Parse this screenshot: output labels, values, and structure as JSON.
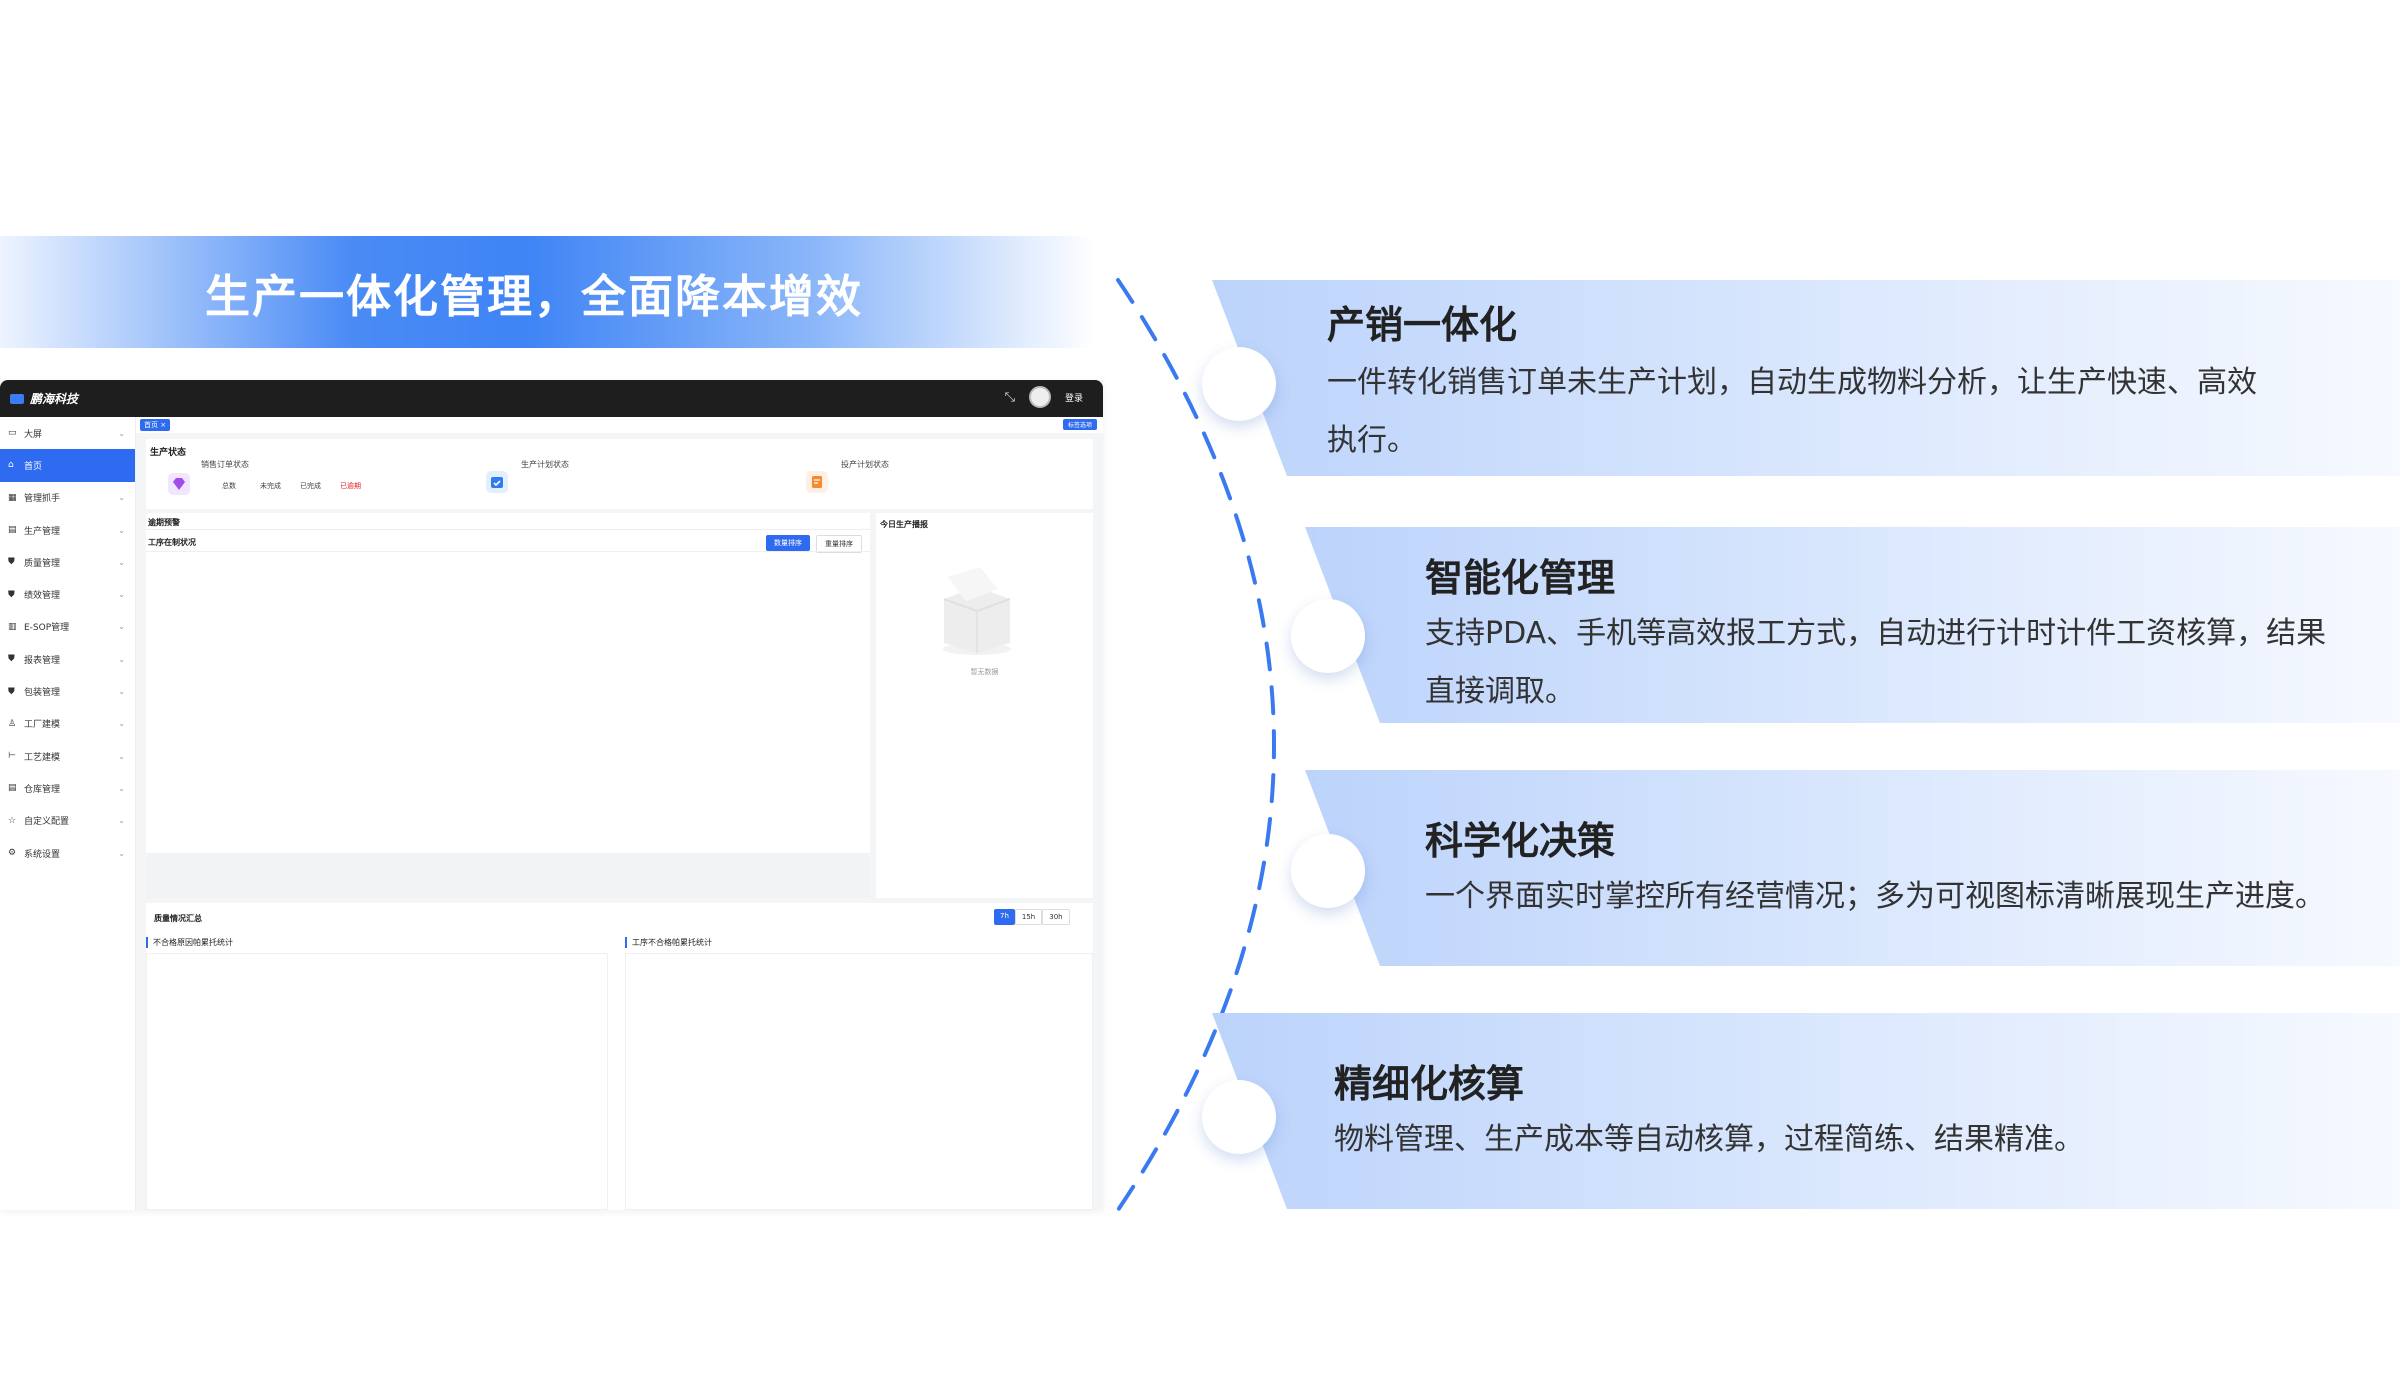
{
  "banner": {
    "title": "生产一体化管理，全面降本增效"
  },
  "app": {
    "brand": "鹏海科技",
    "topbar": {
      "user_label": "登录"
    },
    "sidebar": {
      "items": [
        {
          "label": "大屏",
          "icon": "screen-icon",
          "active": false
        },
        {
          "label": "首页",
          "icon": "home-icon",
          "active": true
        },
        {
          "label": "管理抓手",
          "icon": "grid-icon",
          "active": false
        },
        {
          "label": "生产管理",
          "icon": "factory-icon",
          "active": false
        },
        {
          "label": "质量管理",
          "icon": "shield-icon",
          "active": false
        },
        {
          "label": "绩效管理",
          "icon": "shield-icon",
          "active": false
        },
        {
          "label": "E-SOP管理",
          "icon": "doc-icon",
          "active": false
        },
        {
          "label": "报表管理",
          "icon": "shield-icon",
          "active": false
        },
        {
          "label": "包装管理",
          "icon": "shield-icon",
          "active": false
        },
        {
          "label": "工厂建模",
          "icon": "building-icon",
          "active": false
        },
        {
          "label": "工艺建模",
          "icon": "flow-icon",
          "active": false
        },
        {
          "label": "仓库管理",
          "icon": "box-icon",
          "active": false
        },
        {
          "label": "自定义配置",
          "icon": "star-icon",
          "active": false
        },
        {
          "label": "系统设置",
          "icon": "gear-icon",
          "active": false
        }
      ]
    },
    "tabs": {
      "home": "首页",
      "right_action": "标签选项"
    },
    "production_status": {
      "title": "生产状态",
      "sales": {
        "label": "销售订单状态",
        "total": "总数",
        "unfinished": "未完成",
        "finished": "已完成",
        "overdue": "已逾期"
      },
      "plan": {
        "label": "生产计划状态"
      },
      "invest": {
        "label": "投产计划状态"
      }
    },
    "overdue_warning": {
      "title": "逾期预警",
      "subtitle": "工序在制状况",
      "sort_qty": "数量排序",
      "sort_weight": "重量排序"
    },
    "today_report": {
      "title": "今日生产播报",
      "empty": "暂无数据"
    },
    "quality_summary": {
      "title": "质量情况汇总",
      "ranges": [
        "7h",
        "15h",
        "30h"
      ],
      "left_title": "不合格原因帕累托统计",
      "right_title": "工序不合格帕累托统计"
    }
  },
  "features": [
    {
      "title": "产销一体化",
      "desc": [
        "一件转化销售订单未生产计划，自动生成物料分析，让生产快速、高效",
        "执行。"
      ]
    },
    {
      "title": "智能化管理",
      "desc": [
        "支持PDA、手机等高效报工方式，自动进行计时计件工资核算，结果",
        "直接调取。"
      ]
    },
    {
      "title": "科学化决策",
      "desc": [
        "一个界面实时掌控所有经营情况；多为可视图标清晰展现生产进度。"
      ]
    },
    {
      "title": "精细化核算",
      "desc": [
        "物料管理、生产成本等自动核算，过程简练、结果精准。"
      ]
    }
  ],
  "colors": {
    "accent": "#2f6bf0",
    "overdue": "#e02020",
    "arc": "#3a7af0"
  }
}
